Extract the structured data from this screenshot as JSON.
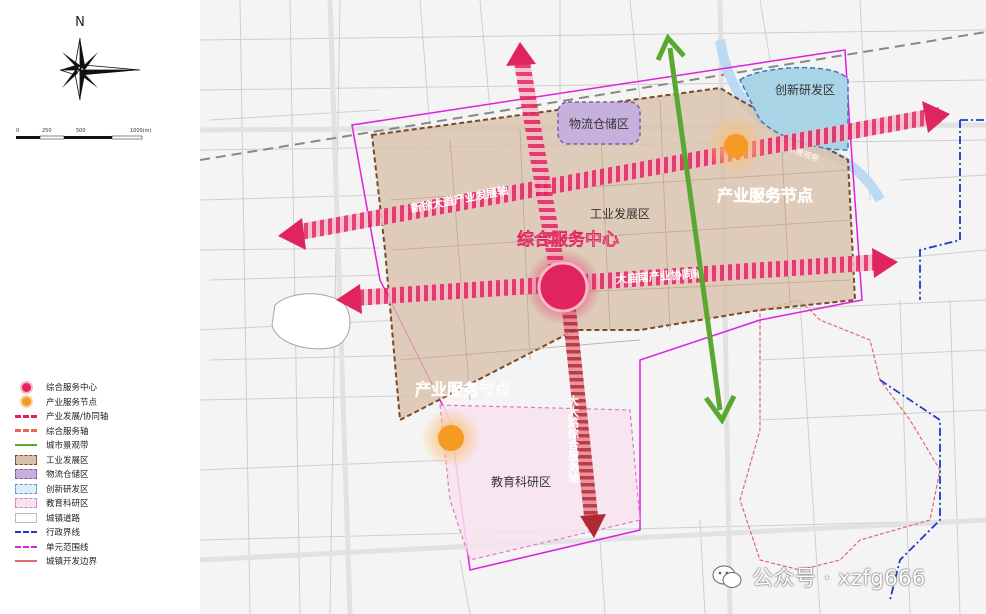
{
  "compass": {
    "north_label": "N",
    "scale_ticks": [
      "0",
      "250",
      "500",
      "1000(m)"
    ]
  },
  "labels": {
    "logistics": "物流仓储区",
    "innovation": "创新研发区",
    "industry_zone": "工业发展区",
    "service_center": "综合服务中心",
    "industry_node_ne": "产业服务节点",
    "industry_node_sw": "产业服务节点",
    "education": "教育科研区",
    "xinxu_axis": "新徐大道产业发展轴",
    "danan_axis": "大庙南产业协同轴",
    "dada_axis": "大大路综合服务轴",
    "river_belt": "滨水景观带"
  },
  "legend": [
    {
      "id": "service-center",
      "label": "综合服务中心",
      "color": "#e0245e"
    },
    {
      "id": "industry-node",
      "label": "产业服务节点",
      "color": "#f59a23"
    },
    {
      "id": "industry-axis",
      "label": "产业发展/协同轴",
      "color": "#e0245e"
    },
    {
      "id": "service-axis",
      "label": "综合服务轴",
      "color": "#e26a5a"
    },
    {
      "id": "city-landscape",
      "label": "城市景观带",
      "color": "#5aa832"
    },
    {
      "id": "industry-zone",
      "label": "工业发展区",
      "color": "#8b5a3c"
    },
    {
      "id": "logistics-zone",
      "label": "物流仓储区",
      "color": "#9b7bb8"
    },
    {
      "id": "innovation-zone",
      "label": "创新研发区",
      "color": "#5a9bd5"
    },
    {
      "id": "education-zone",
      "label": "教育科研区",
      "color": "#e07ac0"
    },
    {
      "id": "town-road",
      "label": "城镇道路",
      "color": "#bbbbbb"
    },
    {
      "id": "admin-boundary",
      "label": "行政界线",
      "color": "#1a3cc8"
    },
    {
      "id": "unit-boundary",
      "label": "单元范围线",
      "color": "#e020e0"
    },
    {
      "id": "dev-boundary",
      "label": "城镇开发边界",
      "color": "#e06a6a"
    }
  ],
  "watermark": {
    "text": "公众号 · xzfg666"
  }
}
